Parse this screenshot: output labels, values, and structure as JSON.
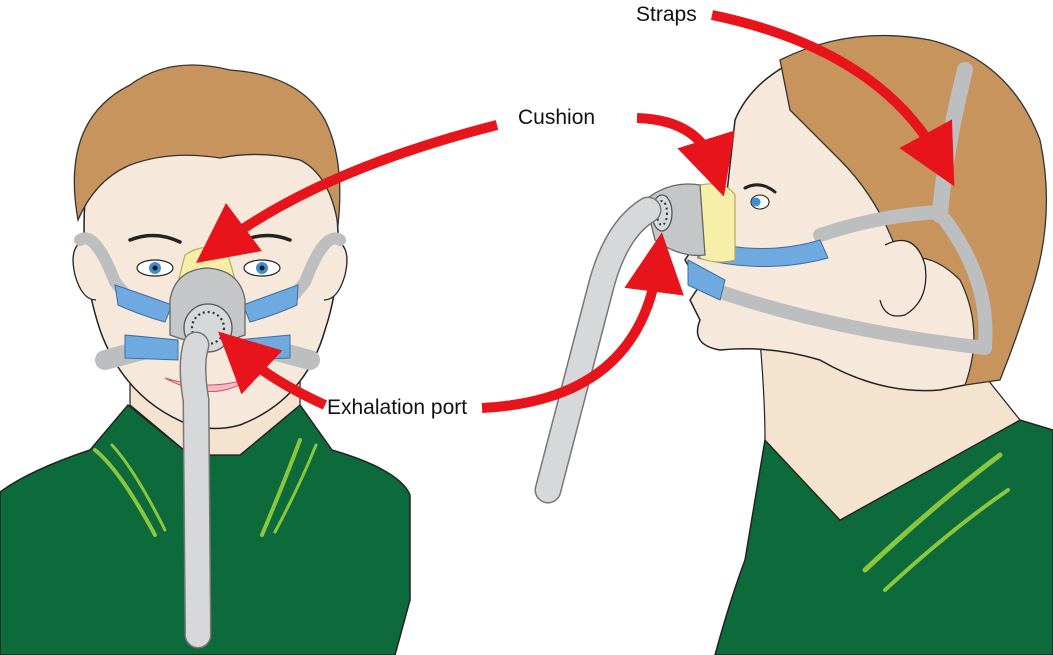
{
  "labels": {
    "straps": "Straps",
    "cushion": "Cushion",
    "exhalation_port": "Exhalation port"
  },
  "colors": {
    "arrow": "#e8141b",
    "hair": "#c8945e",
    "skin": "#f6e9dc",
    "shirt": "#0d6a3a",
    "shirt_stripe": "#8cc63f",
    "cushion": "#f7efa9",
    "pad_blue": "#6ea9df",
    "strap_gray": "#bcbec0",
    "tube_gray": "#d7d8d9"
  },
  "figures": [
    {
      "view": "front",
      "name": "front-view-figure"
    },
    {
      "view": "side",
      "name": "side-view-figure"
    }
  ]
}
